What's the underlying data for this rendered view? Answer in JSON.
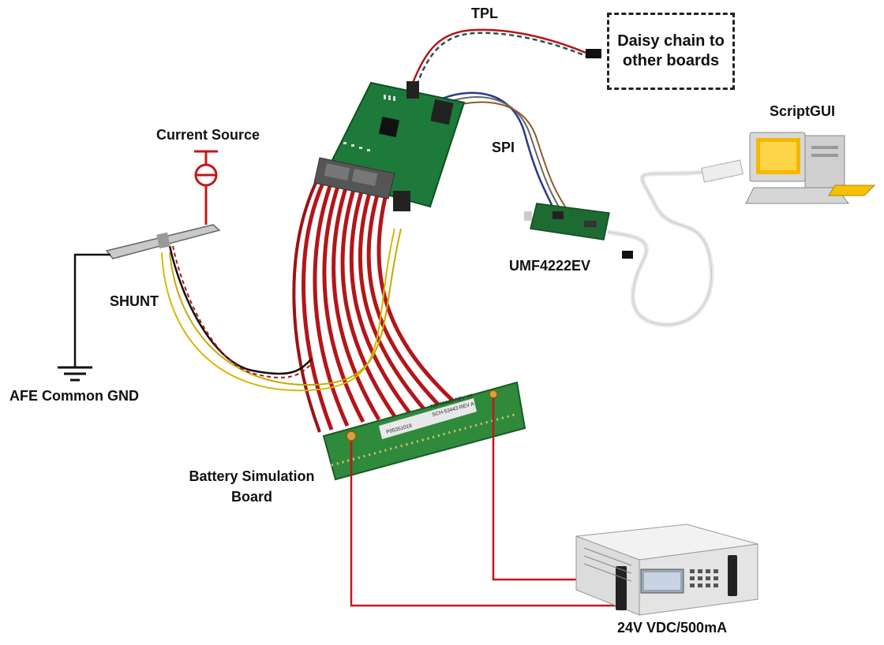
{
  "labels": {
    "tpl": "TPL",
    "daisy_chain_line1": "Daisy chain to",
    "daisy_chain_line2": "other boards",
    "script_gui": "ScriptGUI",
    "spi": "SPI",
    "current_source": "Current Source",
    "umf": "UMF4222EV",
    "shunt": "SHUNT",
    "afe_gnd": "AFE Common GND",
    "battery_sim_line1": "Battery Simulation",
    "battery_sim_line2": "Board",
    "power_supply": "24V VDC/500mA"
  },
  "board_silkscreen": {
    "line1": "700-53443 REV X3",
    "line2": "SCH-53443 REV A",
    "line3": "P05351019"
  },
  "colors": {
    "pcb_green": "#1d7a3a",
    "ribbon_red": "#b3161a",
    "wire_yellow": "#d9b800",
    "wire_red": "#c0181a",
    "wire_black": "#111111",
    "usb_white": "#e8e8e8"
  }
}
